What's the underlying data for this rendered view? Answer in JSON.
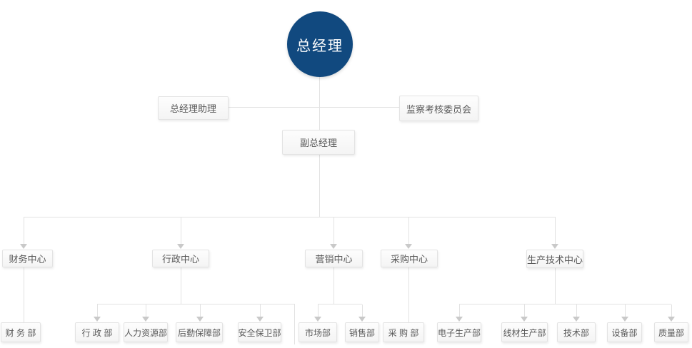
{
  "org": {
    "root": {
      "label": "总经理"
    },
    "assistant": {
      "label": "总经理助理"
    },
    "committee": {
      "label": "监察考核委员会"
    },
    "deputy": {
      "label": "副总经理"
    },
    "centers": [
      {
        "label": "财务中心",
        "children": [
          "财 务 部"
        ]
      },
      {
        "label": "行政中心",
        "children": [
          "行 政 部",
          "人力资源部",
          "后勤保障部",
          "安全保卫部"
        ]
      },
      {
        "label": "营销中心",
        "children": [
          "市场部",
          "销售部"
        ]
      },
      {
        "label": "采购中心",
        "children": [
          "采 购 部"
        ]
      },
      {
        "label": "生产技术中心",
        "children": [
          "电子生产部",
          "线材生产部",
          "技术部",
          "设备部",
          "质量部"
        ]
      }
    ],
    "colors": {
      "root_fill": "#11497f",
      "line": "#e2e2e2",
      "box_border": "#e3e3e3",
      "box_text": "#595959",
      "arrow": "#c9c9c9"
    }
  }
}
